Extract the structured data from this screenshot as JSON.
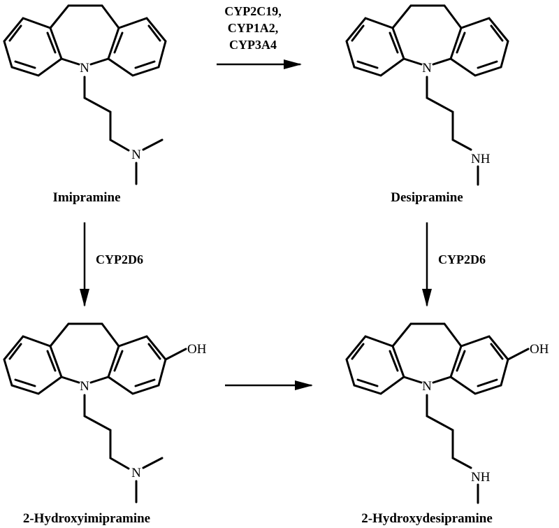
{
  "diagram": {
    "compounds": [
      {
        "id": "imipramine",
        "label": "Imipramine",
        "hydroxylated": false,
        "terminal_amine": "tertiary"
      },
      {
        "id": "desipramine",
        "label": "Desipramine",
        "hydroxylated": false,
        "terminal_amine": "secondary"
      },
      {
        "id": "hydroxyimipramine",
        "label": "2-Hydroxyimipramine",
        "hydroxylated": true,
        "terminal_amine": "tertiary"
      },
      {
        "id": "hydroxydesipramine",
        "label": "2-Hydroxydesipramine",
        "hydroxylated": true,
        "terminal_amine": "secondary"
      }
    ],
    "atom_labels": {
      "ring_nitrogen": "N",
      "tertiary_nitrogen": "N",
      "secondary_amine": "NH",
      "hydroxyl": "OH"
    },
    "reactions": [
      {
        "id": "demethylation",
        "from": "imipramine",
        "to": "desipramine",
        "enzymes": [
          "CYP2C19,",
          "CYP1A2,",
          "CYP3A4"
        ]
      },
      {
        "id": "hydroxylation-left",
        "from": "imipramine",
        "to": "hydroxyimipramine",
        "enzymes": [
          "CYP2D6"
        ]
      },
      {
        "id": "hydroxylation-right",
        "from": "desipramine",
        "to": "hydroxydesipramine",
        "enzymes": [
          "CYP2D6"
        ]
      },
      {
        "id": "demethylation-hydroxy",
        "from": "hydroxyimipramine",
        "to": "hydroxydesipramine",
        "enzymes": []
      }
    ],
    "colors": {
      "ink": "#000000",
      "background": "#ffffff"
    }
  }
}
